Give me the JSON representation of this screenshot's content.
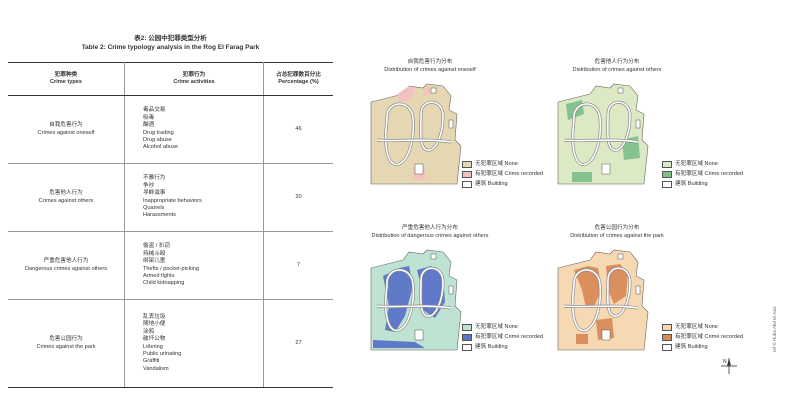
{
  "table": {
    "title_cn": "表2: 公园中犯罪类型分析",
    "title_en": "Table 2: Crime typology analysis in the Rog El Farag Park",
    "headers": [
      {
        "cn": "犯罪种类",
        "en": "Crime types"
      },
      {
        "cn": "犯罪行为",
        "en": "Crime activities"
      },
      {
        "cn": "占总犯罪数百分比",
        "en": "Percentage (%)"
      }
    ],
    "rows": [
      {
        "type_cn": "自我危害行为",
        "type_en": "Crimes against oneself",
        "activities": [
          "毒品交易",
          "吸毒",
          "酗酒",
          "Drug trading",
          "Drug abuse",
          "Alcohol abuse"
        ],
        "pct": "46"
      },
      {
        "type_cn": "危害他人行为",
        "type_en": "Crimes against others",
        "activities": [
          "不雅行为",
          "争吵",
          "寻衅滋事",
          "Inappropriate behaviors",
          "Quarrels",
          "Harassments"
        ],
        "pct": "20"
      },
      {
        "type_cn": "严重危害他人行为",
        "type_en": "Dangerous crimes against others",
        "activities": [
          "偷盗 / 扒窃",
          "持械斗殴",
          "绑架儿童",
          "Thefts / pocket-picking",
          "Armed fights",
          "Child kidnapping"
        ],
        "pct": "7"
      },
      {
        "type_cn": "危害公园行为",
        "type_en": "Crimes against the park",
        "activities": [
          "乱丢垃圾",
          "随地小便",
          "涂鸦",
          "破坏公物",
          "Littering",
          "Public urinating",
          "Graffiti",
          "Vandalism"
        ],
        "pct": "27"
      }
    ]
  },
  "maps": [
    {
      "title_cn": "自我危害行为分布",
      "title_en": "Distribution of crimes against oneself",
      "none_color": "#e5d7b2",
      "recorded_color": "#f1c1c1"
    },
    {
      "title_cn": "危害他人行为分布",
      "title_en": "Distribution of crimes against others",
      "none_color": "#dbe9c4",
      "recorded_color": "#7fc08d"
    },
    {
      "title_cn": "严重危害他人行为分布",
      "title_en": "Distribution of dangerous crimes against others",
      "none_color": "#bfe3d2",
      "recorded_color": "#5a74c8"
    },
    {
      "title_cn": "危害公园行为分布",
      "title_en": "Distribution of crimes against the park",
      "none_color": "#f6d9b3",
      "recorded_color": "#d98a5a"
    }
  ],
  "legend": {
    "none": "无犯罪区域 None",
    "recorded": "有犯罪区域 Crime recorded",
    "building": "建筑 Building",
    "building_color": "#ffffff"
  },
  "north_arrow": "N",
  "credit": "ref © Ruba Abd El Aziz"
}
